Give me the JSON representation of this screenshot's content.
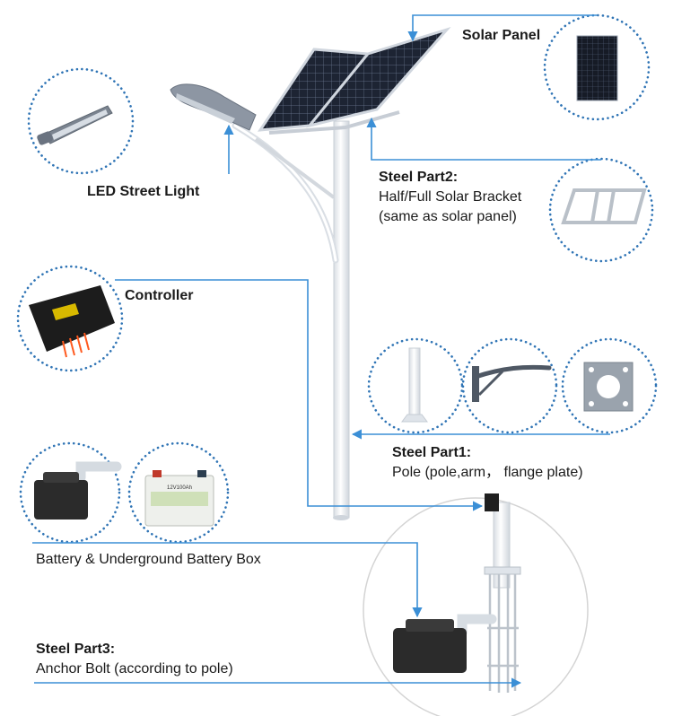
{
  "labels": {
    "solar_panel": "Solar Panel",
    "led_light": "LED Street Light",
    "steel_part2_title": "Steel Part2:",
    "steel_part2_line1": "Half/Full Solar Bracket",
    "steel_part2_line2": "(same as solar panel)",
    "controller": "Controller",
    "steel_part1_title": "Steel Part1:",
    "steel_part1_line1": "Pole (pole,arm， flange plate)",
    "battery": "Battery & Underground Battery Box",
    "steel_part3_title": "Steel Part3:",
    "steel_part3_line1": "Anchor Bolt (according to pole)"
  },
  "battery_label_text": "12V100Ah",
  "colors": {
    "arrow": "#3b8fd6",
    "dotted_circle": "#2f74b5",
    "pole": "#eef1f4",
    "panel": "#1c2230",
    "battery_box": "#2b2b2b"
  },
  "icons": {
    "solar_panel_thumb": "solar-panel-icon",
    "led_thumb": "led-lamp-icon",
    "bracket_thumb": "bracket-frame-icon",
    "controller_thumb": "charge-controller-icon",
    "pole_thumb": "pole-icon",
    "arm_thumb": "arm-icon",
    "flange_thumb": "flange-plate-icon",
    "battery_box_thumb": "battery-box-icon",
    "battery_thumb": "battery-icon"
  }
}
